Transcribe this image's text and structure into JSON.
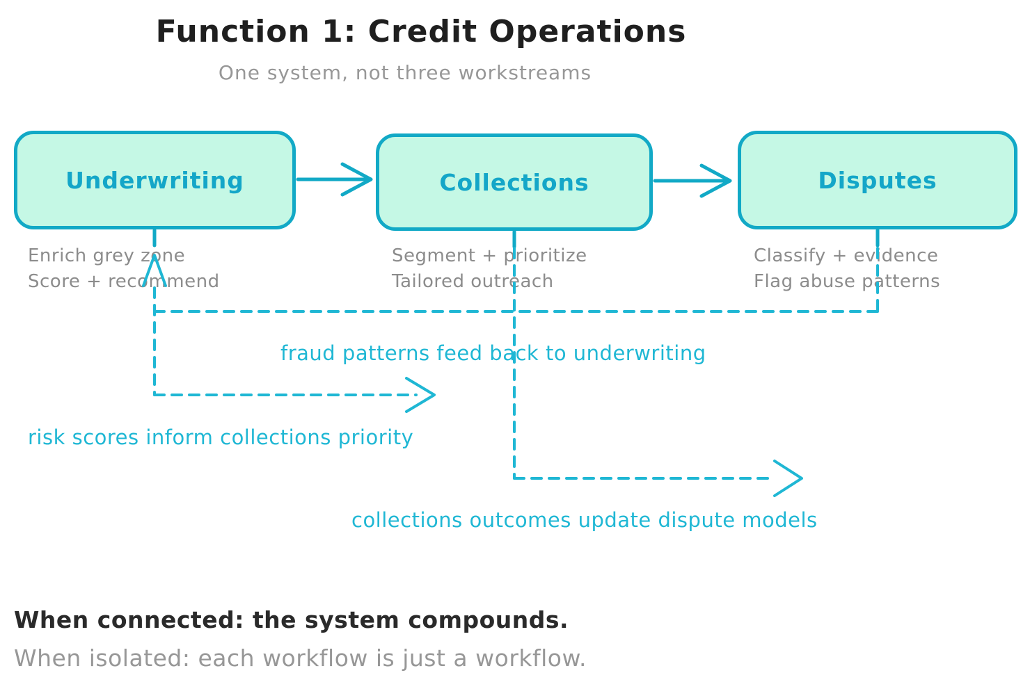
{
  "header": {
    "title": "Function 1: Credit Operations",
    "subtitle": "One system, not three workstreams"
  },
  "nodes": [
    {
      "id": "underwriting",
      "label": "Underwriting",
      "features": [
        "Enrich grey zone",
        "Score + recommend"
      ]
    },
    {
      "id": "collections",
      "label": "Collections",
      "features": [
        "Segment + prioritize",
        "Tailored outreach"
      ]
    },
    {
      "id": "disputes",
      "label": "Disputes",
      "features": [
        "Classify + evidence",
        "Flag abuse patterns"
      ]
    }
  ],
  "flows": {
    "fraud": "fraud patterns feed back to underwriting",
    "risk": "risk scores inform collections priority",
    "outcomes": "collections outcomes update dispute models"
  },
  "footer": {
    "line1": "When connected: the system compounds.",
    "line2": "When isolated: each workflow is just a workflow."
  },
  "colors": {
    "node_fill": "#c5f8e5",
    "node_border": "#12a9c6",
    "node_label": "#14a6c8",
    "dashed": "#1fb7d4",
    "gray_text": "#8c8c8c",
    "title": "#1f1f1f",
    "footer_gray": "#979797"
  }
}
